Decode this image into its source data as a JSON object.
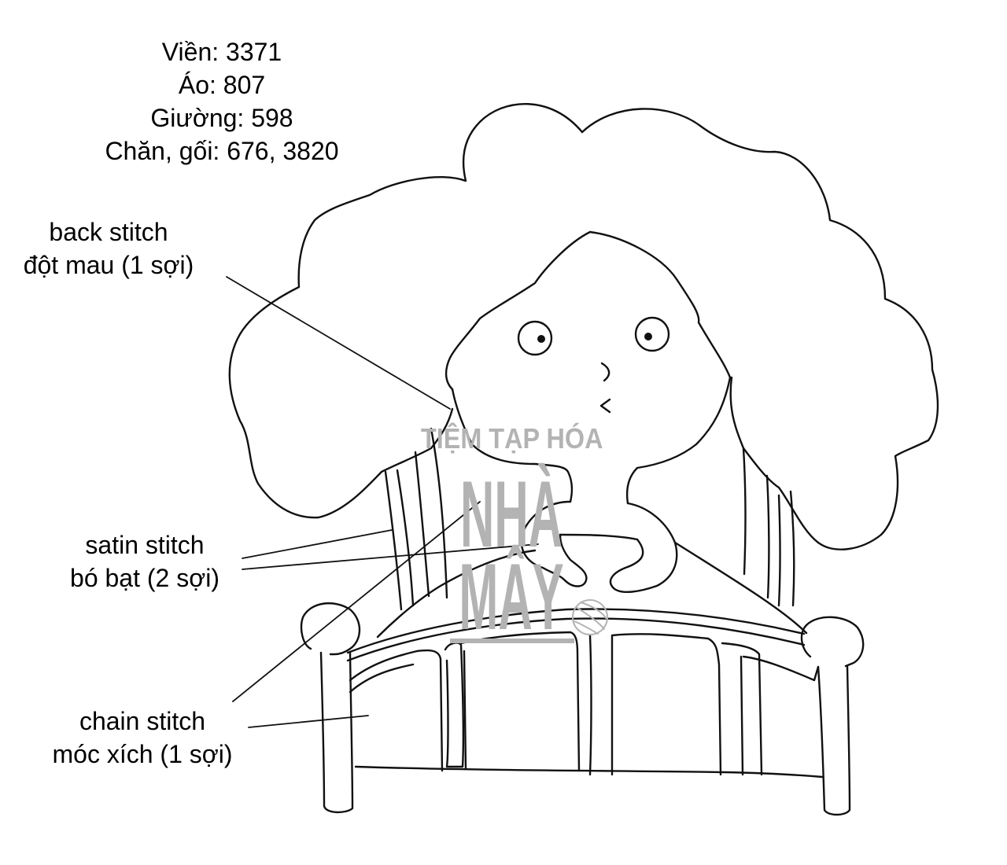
{
  "colors": {
    "ink": "#111111",
    "background": "#ffffff",
    "watermark": "#b3b3b3"
  },
  "thread_colors": [
    "Viền: 3371",
    "Áo: 807",
    "Giường: 598",
    "Chăn, gối: 676, 3820"
  ],
  "callouts": {
    "back_stitch": {
      "line1": "back stitch",
      "line2": "đột mau (1 sợi)"
    },
    "satin_stitch": {
      "line1": "satin stitch",
      "line2": "bó bạt (2 sợi)"
    },
    "chain_stitch": {
      "line1": "chain stitch",
      "line2": "móc xích (1 sợi)"
    }
  },
  "watermark": {
    "line1": "TIỆM TẠP HÓA",
    "line2": "NHÀ",
    "line3": "MÂY",
    "icon": "yarn-ball-icon"
  }
}
